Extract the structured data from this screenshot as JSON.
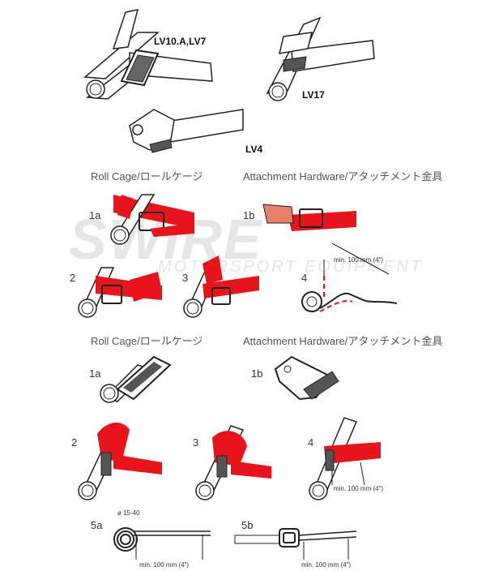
{
  "watermark": {
    "brand": "SWIRE",
    "sub": "MOTORSPORT EQUIPMENT"
  },
  "models": {
    "lv10": "LV10.A,LV7",
    "lv17": "LV17",
    "lv4": "LV4"
  },
  "headings": {
    "roll_cage_top": "Roll Cage/ロールケージ",
    "attachment_top": "Attachment Hardware/アタッチメント金具",
    "roll_cage_bottom": "Roll Cage/ロールケージ",
    "attachment_bottom": "Attachment Hardware/アタッチメント金具"
  },
  "steps_top": {
    "s1a": "1a",
    "s1b": "1b",
    "s2": "2",
    "s3": "3",
    "s4": "4"
  },
  "steps_bottom": {
    "s1a": "1a",
    "s1b": "1b",
    "s2": "2",
    "s3": "3",
    "s4": "4",
    "s5a": "5a",
    "s5b": "5b"
  },
  "notes": {
    "min_top": "min. 100 mm (4\")",
    "min_b4": "min. 100 mm (4\")",
    "diam": "ø 15-40",
    "min_5a": "min. 100 mm (4\")",
    "min_5b": "min. 100 mm (4\")"
  },
  "colors": {
    "strap": "#e8141b",
    "outline": "#222222",
    "metal": "#555555",
    "pad": "#e8806a",
    "watermark": "#e6e6e6"
  }
}
